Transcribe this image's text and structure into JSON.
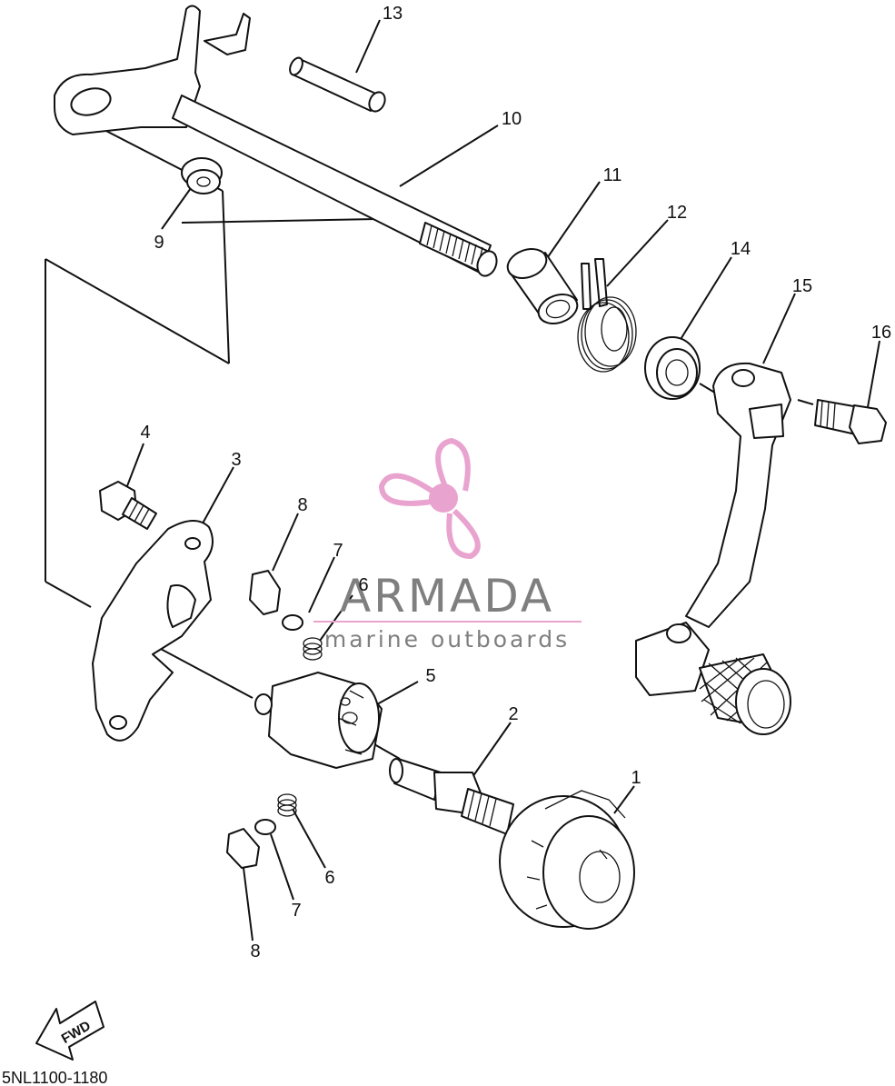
{
  "diagram": {
    "part_numbers": [
      "1",
      "2",
      "3",
      "4",
      "5",
      "6",
      "6",
      "7",
      "7",
      "8",
      "8",
      "9",
      "10",
      "11",
      "12",
      "13",
      "14",
      "15",
      "16"
    ],
    "drawing_code": "5NL1100-1180",
    "direction_label": "FWD"
  },
  "watermark": {
    "brand": "ARMADA",
    "tagline": "marine outboards",
    "color_primary": "#e9a3cf",
    "color_text": "#7f7f7f"
  }
}
